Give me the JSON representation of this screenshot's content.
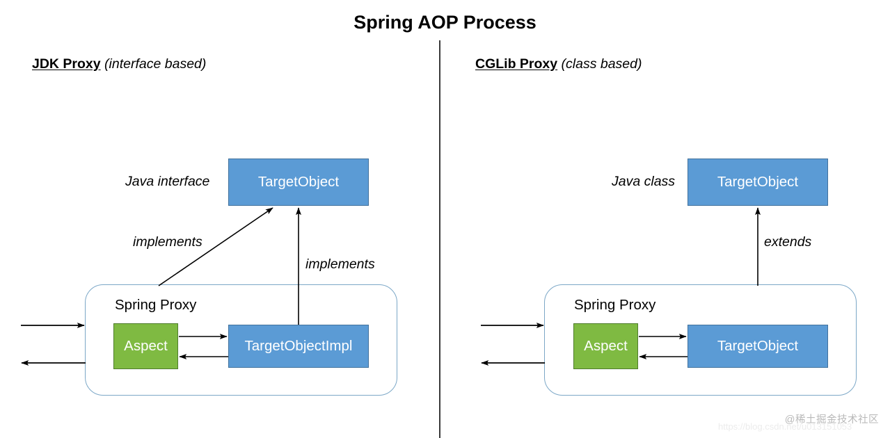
{
  "page": {
    "title": "Spring AOP Process",
    "background": "#ffffff"
  },
  "colors": {
    "blue_fill": "#5B9BD5",
    "blue_stroke": "#41719C",
    "green_fill": "#7FBA42",
    "green_stroke": "#4E7C2B",
    "proxy_border": "#7BA7C7",
    "arrow": "#000000",
    "divider": "#3a3a3a",
    "text_dark": "#000000",
    "text_light": "#ffffff"
  },
  "panels": {
    "left": {
      "heading_strong": "JDK Proxy",
      "heading_sub": "(interface based)",
      "type_label": "Java interface",
      "top_box": "TargetObject",
      "proxy_label": "Spring Proxy",
      "aspect_box": "Aspect",
      "inner_box": "TargetObjectImpl",
      "relation_diagonal": "implements",
      "relation_vertical": "implements"
    },
    "right": {
      "heading_strong": "CGLib Proxy",
      "heading_sub": "(class based)",
      "type_label": "Java class",
      "top_box": "TargetObject",
      "proxy_label": "Spring Proxy",
      "aspect_box": "Aspect",
      "inner_box": "TargetObject",
      "relation_vertical": "extends"
    }
  },
  "watermark": {
    "brand": "@稀土掘金技术社区",
    "url": "https://blog.csdn.net/u013151053"
  }
}
